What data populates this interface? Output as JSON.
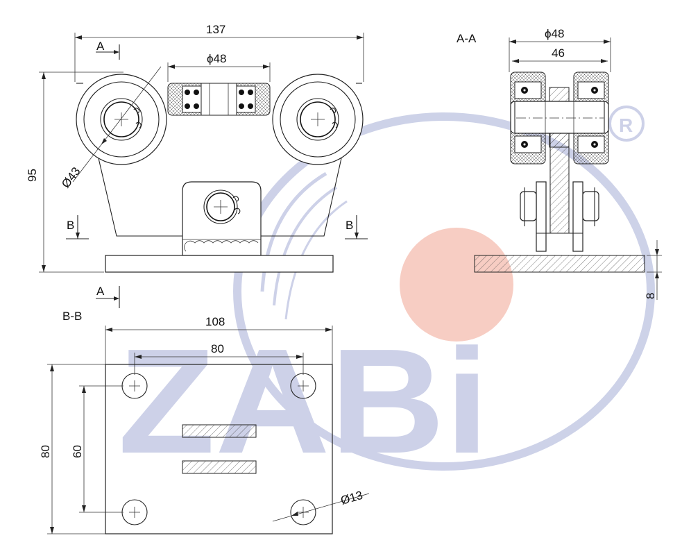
{
  "labels": {
    "width_137": "137",
    "dia_48_front": "ϕ48",
    "height_95": "95",
    "dia_43": "Ø43",
    "section_a_top": "A",
    "section_a_bottom": "A",
    "section_b_left": "B",
    "section_b_right": "B",
    "view_aa": "A-A",
    "dia_48_side": "ϕ48",
    "width_46": "46",
    "thickness_8": "8",
    "view_bb": "B-B",
    "width_108": "108",
    "width_80": "80",
    "height_80": "80",
    "height_60": "60",
    "dia_13": "Ø13"
  },
  "watermark": {
    "brand": "ZABi",
    "registered": "®",
    "colors": {
      "blue": "#c8cde6",
      "pink": "#f7c8bd"
    }
  }
}
